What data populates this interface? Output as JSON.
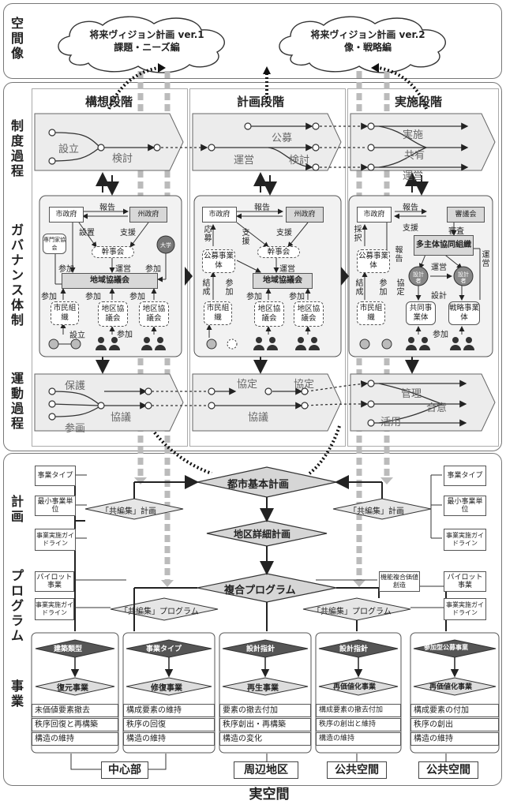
{
  "sections": {
    "space_image": "空間像",
    "institution": "制度過程",
    "governance": "ガバナンス体制",
    "movement": "運動過程",
    "plan": "計画",
    "program": "プログラム",
    "project": "事業"
  },
  "clouds": {
    "left": {
      "line1": "将来ヴィジョン計画 ver.1",
      "line2": "課題・ニーズ編"
    },
    "right": {
      "line1": "将来ヴィジョン計画 ver.2",
      "line2": "像・戦略編"
    }
  },
  "stages": {
    "plan_stage": "構想段階",
    "planning_stage": "計画段階",
    "implementation_stage": "実施段階"
  },
  "institution_flow": {
    "concept": {
      "establish": "設立",
      "review": "検討"
    },
    "planning": {
      "recruit": "公募",
      "operate": "運営",
      "review": "検討"
    },
    "implementation": {
      "implement": "実施",
      "share": "共有",
      "operate": "運営"
    }
  },
  "governance": {
    "city": "市政府",
    "prefecture": "州政府",
    "secretariat": "幹事会",
    "regional_council": "地域協議会",
    "expert_council": "専門家協会",
    "university": "大学",
    "citizen_org": "市民組織",
    "district_council": "地区協議会",
    "public_entity": "公募事業体",
    "review_board": "審議会",
    "multi_org": "多主体協同組織",
    "designer": "設計者",
    "joint_entity": "共同事業体",
    "strategic_entity": "戦略事業体",
    "labels": {
      "report": "報告",
      "setup": "設置",
      "support": "支援",
      "operate": "運営",
      "participate": "参加",
      "establish": "設立",
      "apply": "応募",
      "form": "結成",
      "adopt": "採択",
      "cooperate": "協定",
      "deliberate": "審査",
      "design": "設計"
    }
  },
  "movement_flow": {
    "concept": {
      "protect": "保護",
      "discuss": "協議",
      "participate": "参画"
    },
    "planning": {
      "agreement1": "協定",
      "agreement2": "協定",
      "discuss": "協議"
    },
    "implementation": {
      "manage": "管理",
      "consensus": "合意",
      "utilize": "活用"
    }
  },
  "plan": {
    "master": "都市基本計画",
    "district": "地区詳細計画",
    "coedit_left": "「共編集」計画",
    "coedit_right": "「共編集」計画",
    "left_items": [
      "事業タイプ",
      "最小事業単位",
      "事業実施ガイドライン"
    ],
    "right_items": [
      "事業タイプ",
      "最小事業単位",
      "事業実施ガイドライン"
    ]
  },
  "program": {
    "complex": "複合プログラム",
    "coedit_left": "「共編集」プログラム",
    "coedit_right": "「共編集」プログラム",
    "left_items": [
      "パイロット事業",
      "事業実施ガイドライン"
    ],
    "right_items": [
      "機能複合価値創造",
      "パイロット事業",
      "事業実施ガイドライン"
    ]
  },
  "projects": [
    {
      "tag": "建築類型",
      "name": "復元事業",
      "rows": [
        "未価値要素撤去",
        "秩序回復と再構築",
        "構造の維持"
      ]
    },
    {
      "tag": "事業タイプ",
      "name": "修復事業",
      "rows": [
        "構成要素の維持",
        "秩序の回復",
        "構造の維持"
      ]
    },
    {
      "tag": "設計指針",
      "name": "再生事業",
      "rows": [
        "要素の撤去付加",
        "秩序創出・再構築",
        "構造の変化"
      ]
    },
    {
      "tag": "設計指針",
      "name": "再価値化事業",
      "rows": [
        "構成要素の撤去付加",
        "秩序の創出と維持",
        "構造の維持"
      ]
    },
    {
      "tag": "参加型公募事業",
      "name": "再価値化事業",
      "rows": [
        "構成要素の付加",
        "秩序の創出",
        "構造の維持"
      ]
    }
  ],
  "bottom": {
    "center": "中心部",
    "periphery": "周辺地区",
    "public1": "公共空間",
    "public2": "公共空間",
    "real_space": "実空間"
  }
}
